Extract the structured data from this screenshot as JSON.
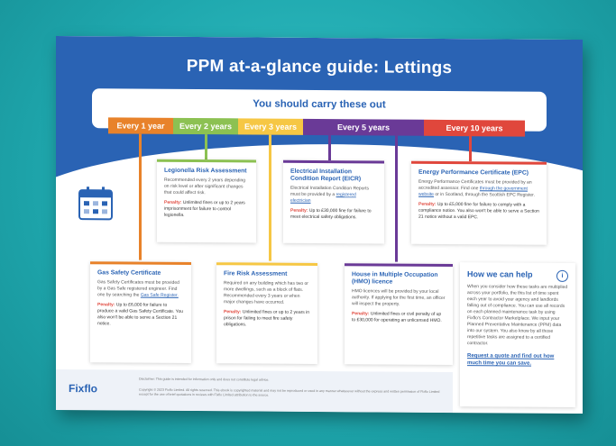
{
  "title": "PPM at-a-glance guide: Lettings",
  "carry_out": "You should carry these out",
  "frequencies": [
    {
      "label": "Every 1 year",
      "color": "#e8822a"
    },
    {
      "label": "Every 2 years",
      "color": "#8cc152"
    },
    {
      "label": "Every 3 years",
      "color": "#f6c744"
    },
    {
      "label": "Every 5 years",
      "color": "#6a3a97"
    },
    {
      "label": "Every 10 years",
      "color": "#e0473c"
    }
  ],
  "cards": {
    "legionella": {
      "title": "Legionella Risk Assessment",
      "body": "Recommended every 2 years depending on risk level or after significant changes that could affect risk.",
      "penalty": "Penalty:",
      "penalty_text": "Unlimited fines or up to 2 years imprisonment for failure to control legionella."
    },
    "eicr": {
      "title": "Electrical Installation Condition Report (EICR)",
      "body": "Electrical Installation Condition Reports must be provided by a",
      "link": "registered electrician",
      "penalty": "Penalty:",
      "penalty_text": "Up to £30,000 fine for failure to meet electrical safety obligations."
    },
    "epc": {
      "title": "Energy Performance Certificate (EPC)",
      "body": "Energy Performance Certificates must be provided by an accredited assessor. Find one",
      "link": "through the government website",
      "body2": "or in Scotland, through the Scottish EPC Register.",
      "penalty": "Penalty:",
      "penalty_text": "Up to £5,000 fine for failure to comply with a compliance notice. You also won't be able to serve a Section 21 notice without a valid EPC."
    },
    "gas": {
      "title": "Gas Safety Certificate",
      "body": "Gas Safety Certificates must be provided by a Gas Safe registered engineer. Find one by searching the",
      "link": "Gas Safe Register.",
      "penalty": "Penalty:",
      "penalty_text": "Up to £6,000 for failure to produce a valid Gas Safety Certificate. You also won't be able to serve a Section 21 notice."
    },
    "fire": {
      "title": "Fire Risk Assessment",
      "body": "Required on any building which has two or more dwellings, such as a block of flats. Recommended every 3 years or when major changes have occurred.",
      "penalty": "Penalty:",
      "penalty_text": "Unlimited fines or up to 2 years in prison for failing to meet fire safety obligations."
    },
    "hmo": {
      "title": "House in Multiple Occupation (HMO) licence",
      "body": "HMO licences will be provided by your local authority. If applying for the first time, an officer will inspect the property.",
      "penalty": "Penalty:",
      "penalty_text": "Unlimited fines or civil penalty of up to £30,000 for operating an unlicensed HMO."
    }
  },
  "help": {
    "title": "How we can help",
    "info_icon": "i",
    "body": "When you consider how these tasks are multiplied across your portfolio, the this list of time spent each year to avoid your agency and landlords falling out of compliance. You can use all records on each planned maintenance task by using Fixflo's Contractor Marketplace. We input your Planned Preventative Maintenance (PPM) data into our system. You also know by all those repetitive tasks are assigned to a certified contractor.",
    "cta": "Request a quote and find out how much time you can save."
  },
  "footer": {
    "logo": "Fixflo",
    "line1": "Disclaimer: This guide is intended for information only and does not constitute legal advice.",
    "line2": "Copyright © 2023 Fixflo Limited. All rights reserved. This ebook is copyrighted material and may not be reproduced or used in any manner whatsoever without the express and written permission of Fixflo Limited except for the use of brief quotations in reviews with Fixflo Limited attribution to the source."
  },
  "icons": {
    "calendar": "calendar-icon"
  }
}
